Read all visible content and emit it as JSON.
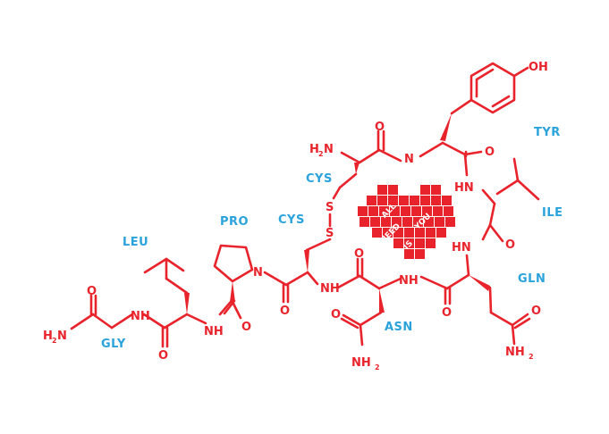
{
  "diagram": {
    "residues": {
      "tyr": "TYR",
      "ile": "ILE",
      "gln": "GLN",
      "asn": "ASN",
      "cys_top": "CYS",
      "cys_left": "CYS",
      "pro": "PRO",
      "leu": "LEU",
      "gly": "GLY"
    },
    "atoms": {
      "oh": "OH",
      "n_top": "N",
      "h2n_cys": "H",
      "h2n_cys_sub": "2",
      "h2n_cys_n": "N",
      "s1": "S",
      "s2": "S",
      "o": "O",
      "hn": "HN",
      "nh": "NH",
      "n_pro": "N",
      "h2n_gly": "H",
      "h2n_gly_sub": "2",
      "h2n_gly_n": "N",
      "nh2_nh": "NH",
      "nh2_sub": "2"
    },
    "heart_words": [
      "ALL",
      "YOU",
      "NEED",
      "IS"
    ],
    "colors": {
      "molecule": "#e8232b",
      "residue_label": "#2aa3dc",
      "background": "#ffffff"
    }
  }
}
